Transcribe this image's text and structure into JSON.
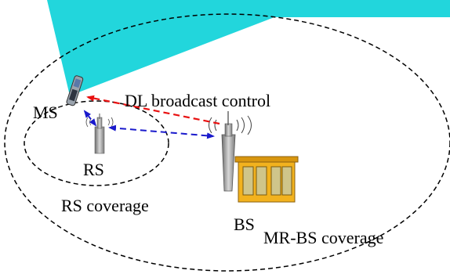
{
  "labels": {
    "ms": "MS",
    "rs": "RS",
    "bs": "BS",
    "dl_broadcast": "DL broadcast control",
    "rs_coverage": "RS coverage",
    "mrbs_coverage": "MR-BS coverage"
  },
  "colors": {
    "beam": "#22d6dc",
    "dl_arrow": "#e81010",
    "link_arrow": "#1a1acc",
    "coverage_outline": "#000000",
    "building_wall": "#f2b21e",
    "building_window": "#cfc58a"
  },
  "icons": [
    "handset-icon",
    "relay-tower-icon",
    "base-station-tower-icon",
    "building-icon",
    "radio-waves-icon"
  ]
}
